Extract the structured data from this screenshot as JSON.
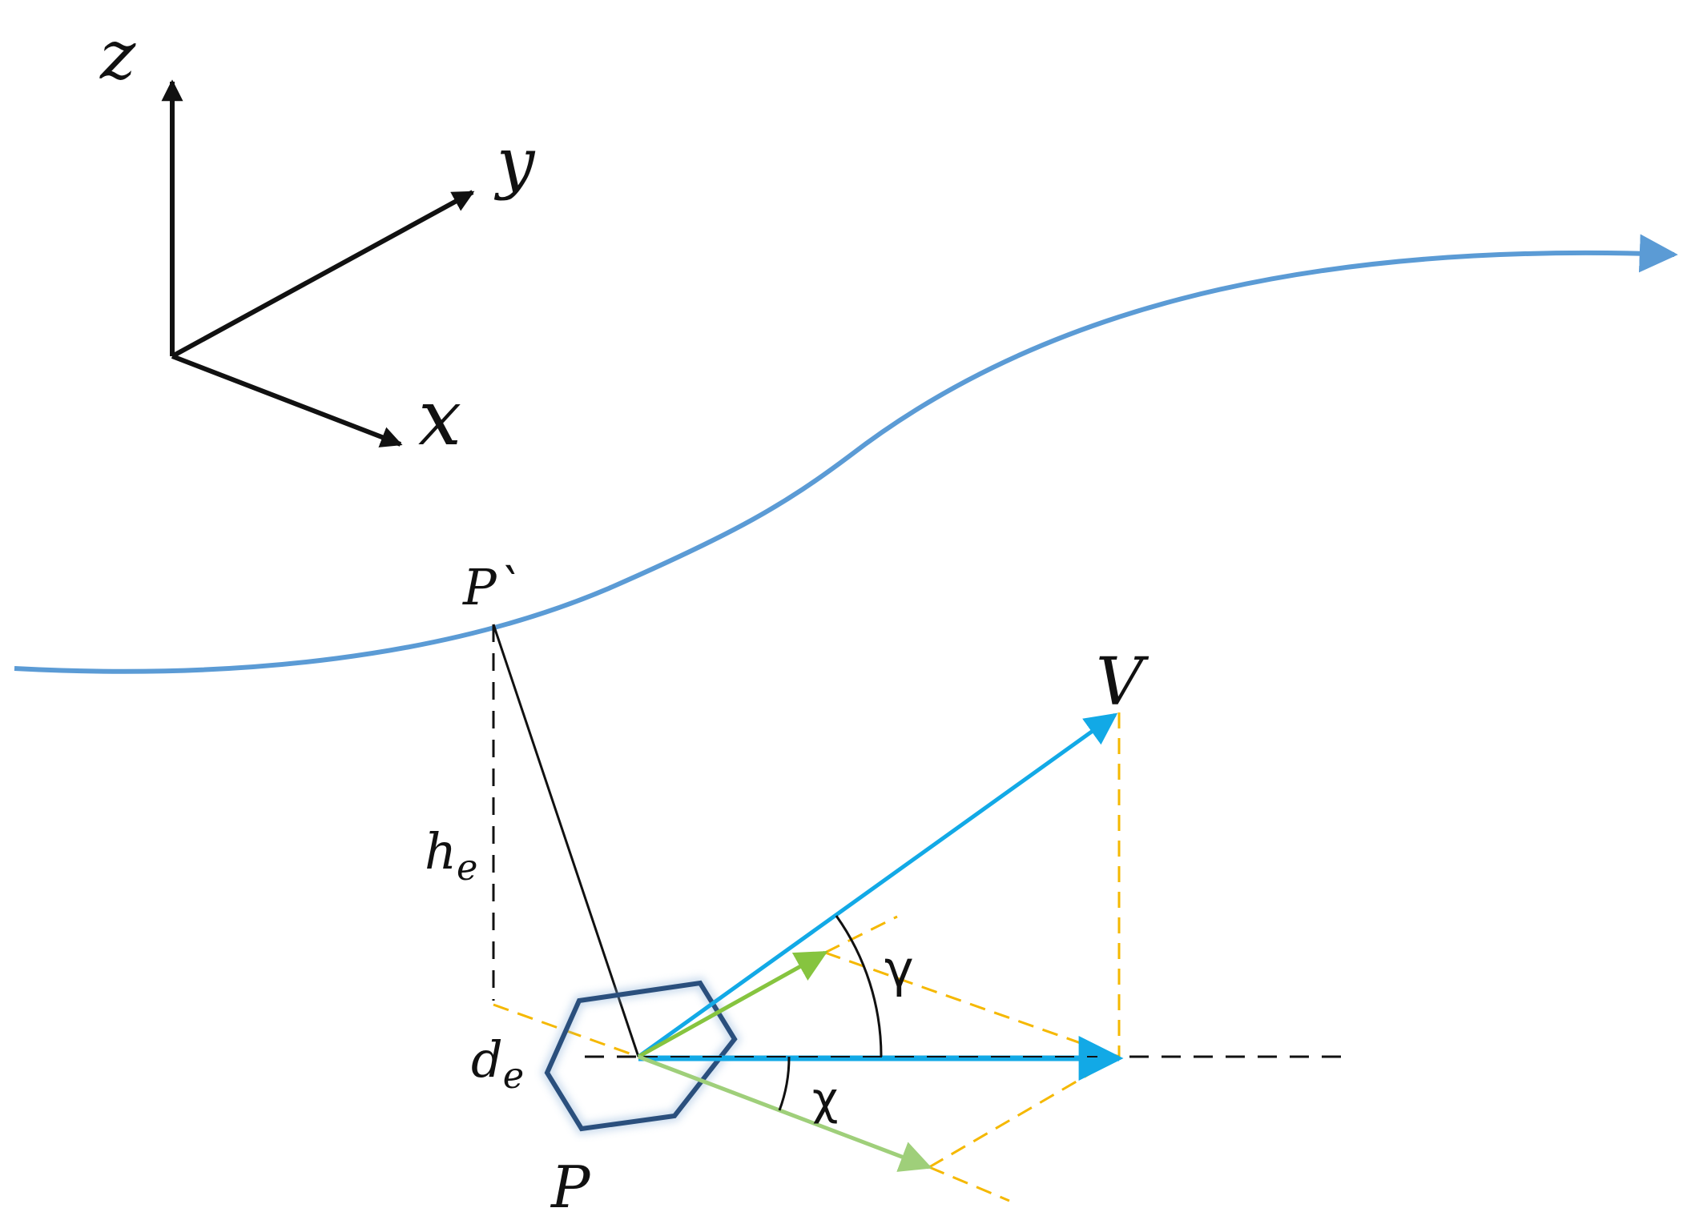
{
  "axes": {
    "z_label": "z",
    "y_label": "y",
    "x_label": "x"
  },
  "points": {
    "p_prime": "P`",
    "p": "P"
  },
  "quantities": {
    "velocity": "V",
    "h_main": "h",
    "h_sub": "e",
    "d_main": "d",
    "d_sub": "e"
  },
  "angles": {
    "gamma": "γ",
    "chi": "χ"
  },
  "colors": {
    "trajectory": "#5b9bd5",
    "velocity": "#12a9e6",
    "component_up": "#86c43f",
    "component_down": "#9fcf7a",
    "construction": "#f5b800",
    "particle": "#2a4f7d",
    "ink": "#111111"
  },
  "icons": {
    "particle": "hexagon"
  }
}
